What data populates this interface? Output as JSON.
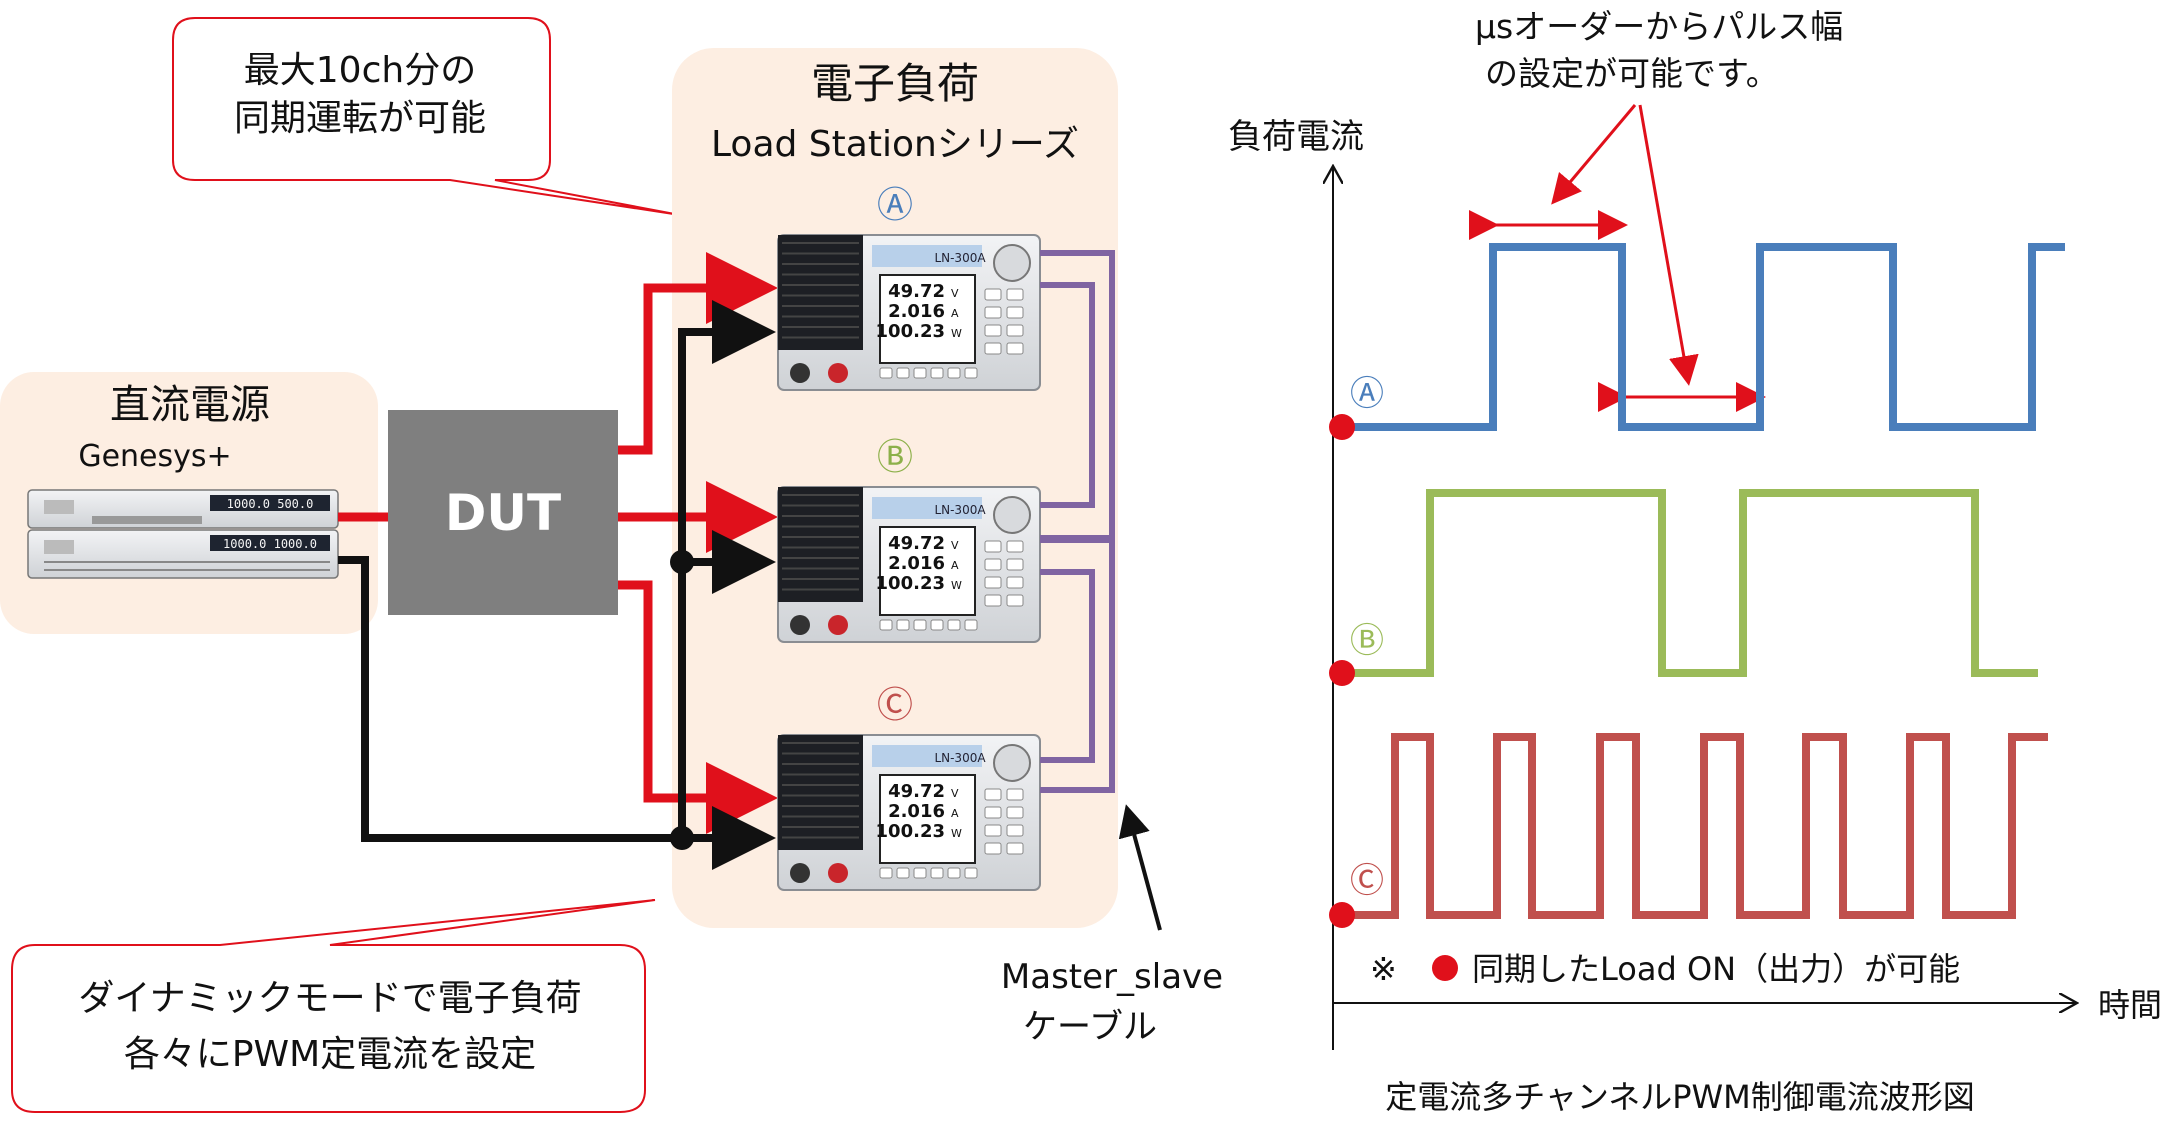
{
  "callout_top": {
    "line1": "最大10ch分の",
    "line2": "同期運転が可能"
  },
  "callout_bottom": {
    "line1": "ダイナミックモードで電子負荷",
    "line2": "各々にPWM定電流を設定"
  },
  "power_supply": {
    "title": "直流電源",
    "model": "Genesys+",
    "display_top": "1000.0 500.0",
    "display_bottom": "1000.0 1000.0"
  },
  "dut": {
    "label": "DUT"
  },
  "load_group": {
    "title": "電子負荷",
    "subtitle": "Load Stationシリーズ"
  },
  "loads": [
    {
      "marker": "Ⓐ",
      "color": "#4a7ebb",
      "model": "LN-300A",
      "v": "49.72",
      "a": "2.016",
      "w": "100.23"
    },
    {
      "marker": "Ⓑ",
      "color": "#8db04a",
      "model": "LN-300A",
      "v": "49.72",
      "a": "2.016",
      "w": "100.23"
    },
    {
      "marker": "Ⓒ",
      "color": "#c0504d",
      "model": "LN-300A",
      "v": "49.72",
      "a": "2.016",
      "w": "100.23"
    }
  ],
  "unit_labels": {
    "v": "V",
    "a": "A",
    "w": "W"
  },
  "cable_label": {
    "line1": "Master_slave",
    "line2": "ケーブル"
  },
  "waveform": {
    "y_axis_label": "負荷電流",
    "x_axis_label": "時間",
    "pulse_note_line1": "μsオーダーからパルス幅",
    "pulse_note_line2": "の設定が可能です。",
    "sync_note_prefix": "※",
    "sync_note_text": "同期したLoad ON（出力）が可能",
    "caption": "定電流多チャンネルPWM制御電流波形図",
    "markers": [
      "Ⓐ",
      "Ⓑ",
      "Ⓒ"
    ],
    "colors": {
      "a": "#4a7ebb",
      "b": "#9bbb59",
      "c": "#c0504d",
      "red": "#e0101b",
      "purple": "#8064a2"
    }
  }
}
